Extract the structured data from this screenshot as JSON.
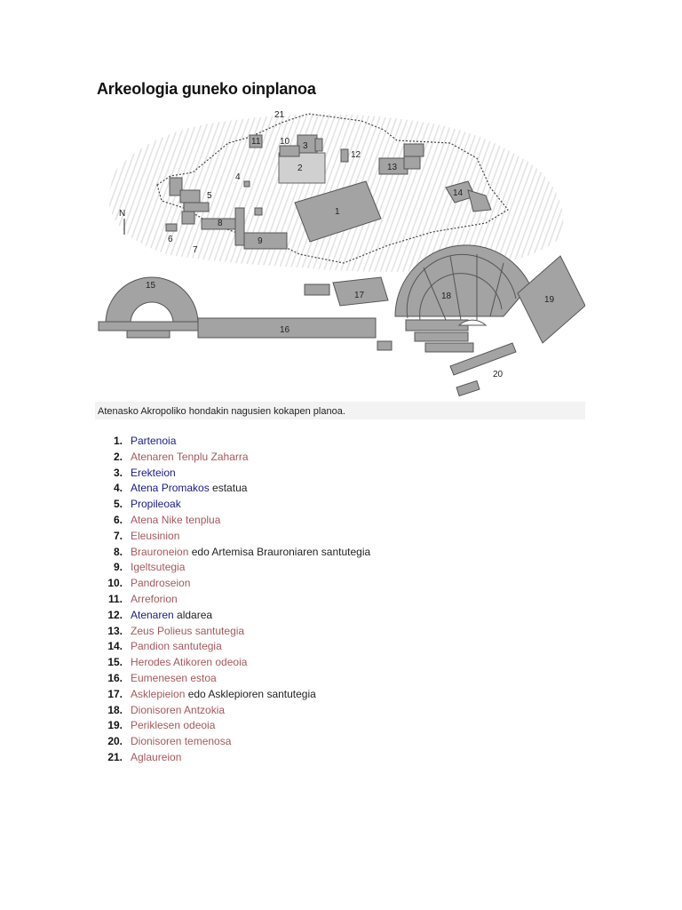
{
  "page": {
    "title": "Arkeologia guneko oinplanoa"
  },
  "figure": {
    "caption": "Atenasko Akropoliko hondakin nagusien kokapen planoa.",
    "north_label": "N",
    "labels": {
      "l1": "1",
      "l2": "2",
      "l3": "3",
      "l4": "4",
      "l5": "5",
      "l6": "6",
      "l7": "7",
      "l8": "8",
      "l9": "9",
      "l10": "10",
      "l11": "11",
      "l12": "12",
      "l13": "13",
      "l14": "14",
      "l15": "15",
      "l16": "16",
      "l17": "17",
      "l18": "18",
      "l19": "19",
      "l20": "20",
      "l21": "21"
    }
  },
  "legend": [
    {
      "number": "1.",
      "link": "Partenoia",
      "link_color": "blue",
      "rest": ""
    },
    {
      "number": "2.",
      "link": "Atenaren Tenplu Zaharra",
      "link_color": "red",
      "rest": ""
    },
    {
      "number": "3.",
      "link": "Erekteion",
      "link_color": "blue",
      "rest": ""
    },
    {
      "number": "4.",
      "link": "Atena Promakos",
      "link_color": "blue",
      "rest": " estatua"
    },
    {
      "number": "5.",
      "link": "Propileoak",
      "link_color": "blue",
      "rest": ""
    },
    {
      "number": "6.",
      "link": "Atena Nike tenplua",
      "link_color": "red",
      "rest": ""
    },
    {
      "number": "7.",
      "link": "Eleusinion",
      "link_color": "red",
      "rest": ""
    },
    {
      "number": "8.",
      "link": "Brauroneion",
      "link_color": "red",
      "rest": " edo Artemisa Brauroniaren santutegia"
    },
    {
      "number": "9.",
      "link": "Igeltsutegia",
      "link_color": "red",
      "rest": ""
    },
    {
      "number": "10.",
      "link": "Pandroseion",
      "link_color": "red",
      "rest": ""
    },
    {
      "number": "11.",
      "link": "Arreforion",
      "link_color": "red",
      "rest": ""
    },
    {
      "number": "12.",
      "link": "Atenaren",
      "link_color": "blue",
      "rest": " aldarea"
    },
    {
      "number": "13.",
      "link": "Zeus Polieus santutegia",
      "link_color": "red",
      "rest": ""
    },
    {
      "number": "14.",
      "link": "Pandion santutegia",
      "link_color": "red",
      "rest": ""
    },
    {
      "number": "15.",
      "link": "Herodes Atikoren odeoia",
      "link_color": "red",
      "rest": ""
    },
    {
      "number": "16.",
      "link": "Eumenesen estoa",
      "link_color": "red",
      "rest": ""
    },
    {
      "number": "17.",
      "link": "Asklepieion",
      "link_color": "red",
      "rest": " edo Asklepioren santutegia"
    },
    {
      "number": "18.",
      "link": "Dionisoren Antzokia",
      "link_color": "red",
      "rest": ""
    },
    {
      "number": "19.",
      "link": "Periklesen odeoia",
      "link_color": "red",
      "rest": ""
    },
    {
      "number": "20.",
      "link": "Dionisoren temenosa",
      "link_color": "red",
      "rest": ""
    },
    {
      "number": "21.",
      "link": "Aglaureion",
      "link_color": "red",
      "rest": ""
    }
  ],
  "colors": {
    "link_blue": "#1a1a8a",
    "link_red": "#a5585c",
    "building_fill": "#9e9e9e",
    "building_light": "#cfcfcf",
    "terrain": "#e4e4e4"
  }
}
